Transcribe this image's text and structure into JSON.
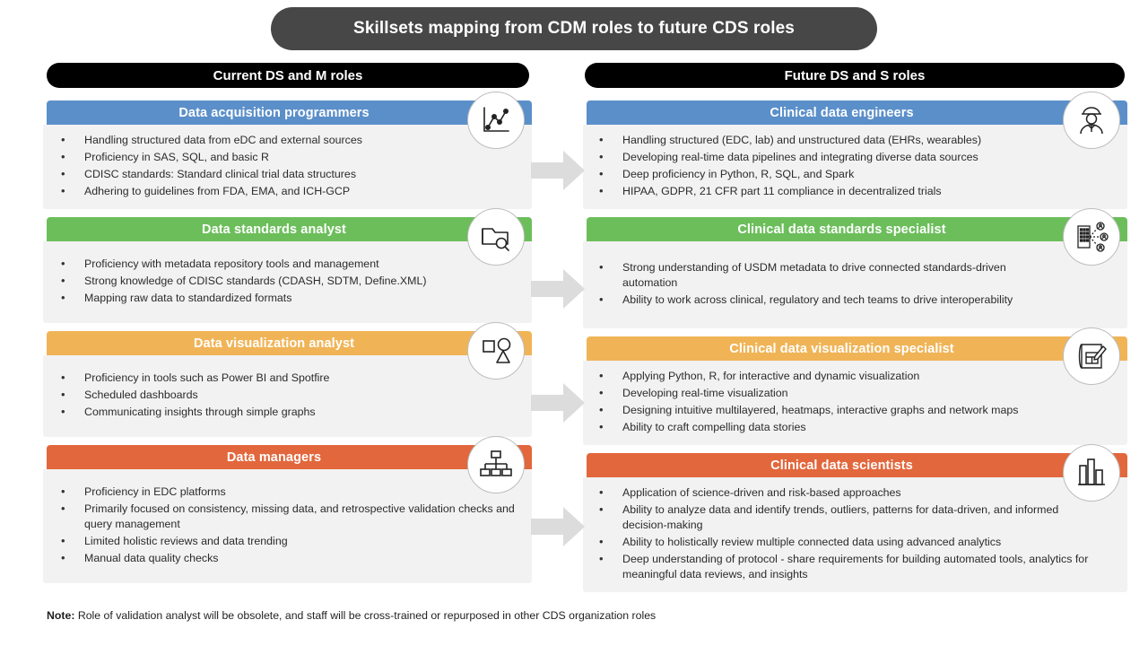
{
  "title": "Skillsets mapping from CDM roles to future CDS roles",
  "columns": {
    "left_header": "Current DS and M roles",
    "right_header": "Future DS and S roles"
  },
  "colors": {
    "title_bg": "#474747",
    "header_bg": "#000000",
    "blue": "#5b8fc9",
    "green": "#6cbe5b",
    "orange": "#f0b457",
    "red": "#e2673c",
    "card_body_bg": "#f2f2f2",
    "arrow": "#dcdcdc"
  },
  "left_cards": [
    {
      "title": "Data acquisition programmers",
      "color": "#5b8fc9",
      "icon": "line-chart-icon",
      "bullets": [
        "Handling structured data from eDC and external sources",
        "Proficiency in SAS, SQL, and basic R",
        "CDISC standards: Standard clinical trial data structures",
        "Adhering to guidelines from FDA, EMA, and ICH-GCP"
      ]
    },
    {
      "title": "Data standards analyst",
      "color": "#6cbe5b",
      "icon": "folder-search-icon",
      "bullets": [
        "Proficiency with metadata repository tools and management",
        "Strong knowledge of CDISC standards (CDASH, SDTM, Define.XML)",
        "Mapping raw data to standardized formats"
      ]
    },
    {
      "title": "Data visualization analyst",
      "color": "#f0b457",
      "icon": "shapes-icon",
      "bullets": [
        "Proficiency in tools such as Power BI and Spotfire",
        "Scheduled dashboards",
        "Communicating insights through simple graphs"
      ]
    },
    {
      "title": "Data managers",
      "color": "#e2673c",
      "icon": "org-chart-icon",
      "bullets": [
        "Proficiency in EDC platforms",
        "Primarily focused on consistency, missing data, and retrospective validation checks and query management",
        "Limited holistic reviews and data trending",
        "Manual data quality checks"
      ]
    }
  ],
  "right_cards": [
    {
      "title": "Clinical data engineers",
      "color": "#5b8fc9",
      "icon": "person-engineer-icon",
      "bullets": [
        "Handling structured (EDC, lab) and unstructured data (EHRs, wearables)",
        "Developing real-time data pipelines and integrating diverse data sources",
        "Deep proficiency in Python, R, SQL, and Spark",
        "HIPAA, GDPR, 21 CFR part 11 compliance in decentralized trials"
      ]
    },
    {
      "title": "Clinical data standards specialist",
      "color": "#6cbe5b",
      "icon": "building-network-icon",
      "bullets": [
        "Strong understanding of USDM metadata to drive connected standards-driven automation",
        "Ability to work across clinical, regulatory and tech teams to drive interoperability"
      ]
    },
    {
      "title": "Clinical data visualization specialist",
      "color": "#f0b457",
      "icon": "blueprint-edit-icon",
      "bullets": [
        "Applying Python, R, for interactive and dynamic visualization",
        "Developing real-time visualization",
        "Designing intuitive multilayered, heatmaps, interactive graphs and network maps",
        "Ability to craft compelling data stories"
      ]
    },
    {
      "title": "Clinical data scientists",
      "color": "#e2673c",
      "icon": "bar-chart-icon",
      "bullets": [
        "Application of science-driven and risk-based approaches",
        "Ability to analyze data and identify trends, outliers, patterns for data-driven, and informed decision-making",
        "Ability to holistically review multiple connected data using advanced analytics",
        "Deep understanding of protocol - share requirements for building automated tools, analytics for meaningful data reviews, and insights"
      ]
    }
  ],
  "note": {
    "label": "Note:",
    "text": " Role of validation analyst will be obsolete, and staff will be cross-trained or repurposed in other CDS organization roles"
  }
}
